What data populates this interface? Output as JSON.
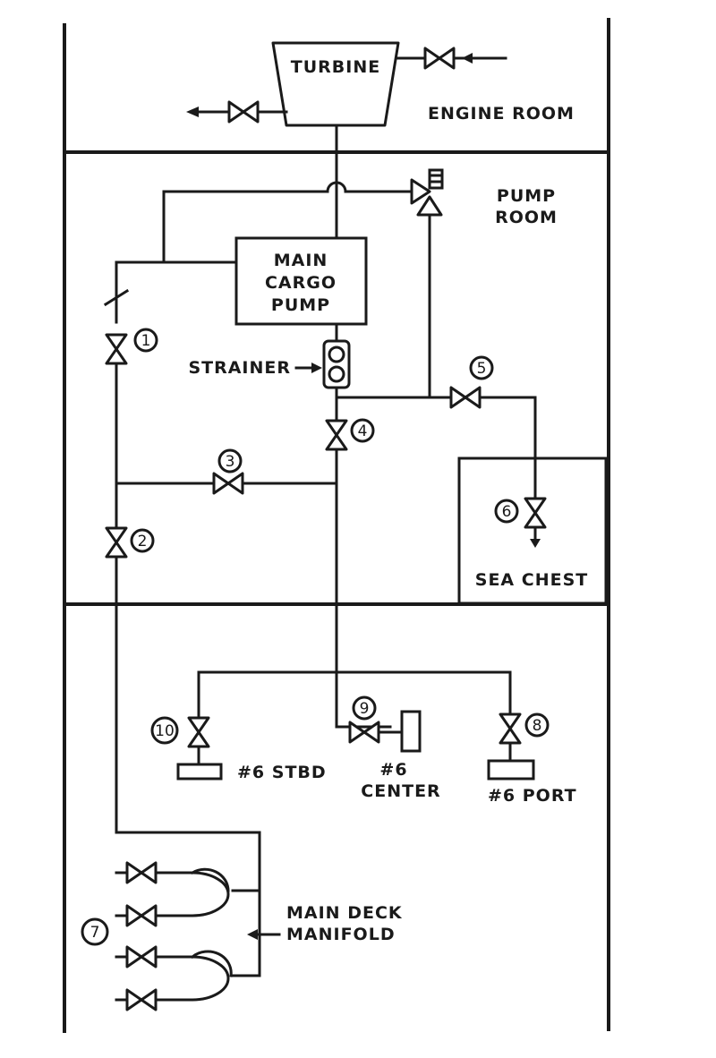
{
  "engine_room": {
    "turbine": "TURBINE",
    "label": "ENGINE ROOM"
  },
  "pump_room": {
    "label_line1": "PUMP",
    "label_line2": "ROOM",
    "pump_line1": "MAIN",
    "pump_line2": "CARGO",
    "pump_line3": "PUMP",
    "strainer": "STRAINER",
    "sea_chest": "SEA CHEST"
  },
  "valve_numbers": {
    "v1": "1",
    "v2": "2",
    "v3": "3",
    "v4": "4",
    "v5": "5",
    "v6": "6",
    "v7": "7",
    "v8": "8",
    "v9": "9",
    "v10": "10"
  },
  "tanks": {
    "stbd": "#6 STBD",
    "center_line1": "#6",
    "center_line2": "CENTER",
    "port": "#6 PORT"
  },
  "manifold": {
    "line1": "MAIN DECK",
    "line2": "MANIFOLD"
  }
}
